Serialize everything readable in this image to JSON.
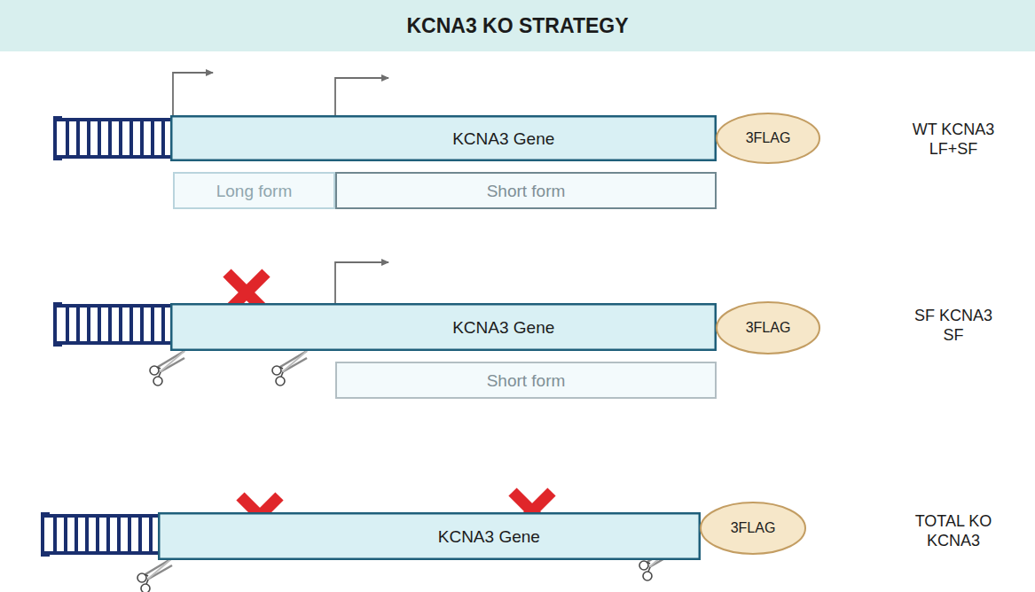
{
  "diagram": {
    "title": "KCNA3 KO STRATEGY",
    "nodes": [
      {
        "text": [
          "KCNA3 Gene"
        ]
      },
      {
        "text": [
          "3FLAG"
        ]
      },
      {
        "text": [
          "Long form"
        ]
      },
      {
        "text": [
          "Short form"
        ]
      },
      {
        "text": [
          "KCNA3 Gene"
        ]
      },
      {
        "text": [
          "3FLAG"
        ]
      },
      {
        "text": [
          "Short form"
        ]
      },
      {
        "text": [
          "KCNA3 Gene"
        ]
      },
      {
        "text": [
          "3FLAG"
        ]
      }
    ],
    "labels": [
      "WT KCNA3",
      "LF+SF",
      "SF KCNA3",
      "SF",
      "TOTAL KO",
      "KCNA3"
    ]
  }
}
